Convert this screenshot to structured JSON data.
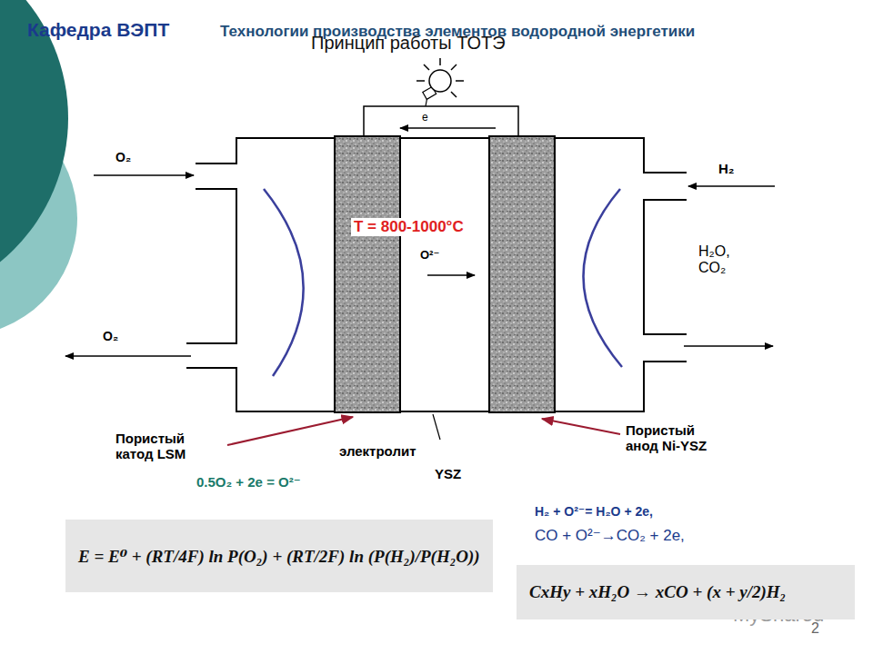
{
  "diagram": {
    "title": "Принцип работы ТОТЭ",
    "nodes": [
      {
        "text": [
          "E = E⁰ + (RT/4F) ln P(O₂) + (RT/2F) ln (P(H₂)/P(H₂O))"
        ]
      },
      {
        "text": [
          "CxHy + xH₂O → xCO + (x + y/2)H₂"
        ]
      }
    ],
    "labels": [
      "Кафедра ВЭПТ",
      "Технологии производства элементов водородной энергетики",
      "e",
      "O₂",
      "O₂",
      "H₂",
      "H₂O, CO₂",
      "T = 800-1000°C",
      "O²⁻",
      "Пористый катод LSM",
      "0.5O₂ + 2e = O²⁻",
      "электролит",
      "YSZ",
      "Пористый анод Ni-YSZ",
      "H₂ + O²⁻= H₂O + 2e,",
      "CO + O²⁻→CO₂ + 2e,",
      "MyShared",
      "2"
    ]
  }
}
